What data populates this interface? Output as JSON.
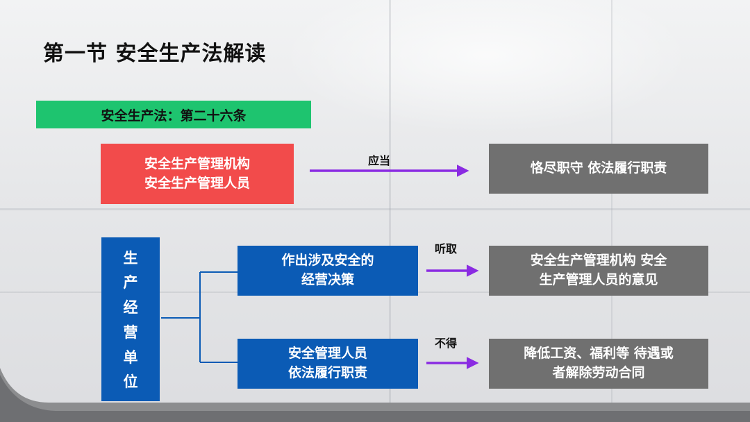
{
  "title": "第一节  安全生产法解读",
  "law_tag": "安全生产法：第二十六条",
  "top_row": {
    "subject_lines": [
      "安全生产管理机构",
      "安全生产管理人员"
    ],
    "verb": "应当",
    "result": "恪尽职守 依法履行职责"
  },
  "unit_chars": [
    "生",
    "产",
    "经",
    "营",
    "单",
    "位"
  ],
  "branch1": {
    "action_lines": [
      "作出涉及安全的",
      "经营决策"
    ],
    "verb": "听取",
    "result_lines": [
      "安全生产管理机构 安全",
      "生产管理人员的意见"
    ]
  },
  "branch2": {
    "action_lines": [
      "安全管理人员",
      "依法履行职责"
    ],
    "verb": "不得",
    "result_lines": [
      "降低工资、福利等 待遇或",
      "者解除劳动合同"
    ]
  },
  "colors": {
    "green": "#1ec46f",
    "red": "#f24b4b",
    "blue": "#0b5bb5",
    "gray": "#707070",
    "arrow": "#8a2be2"
  }
}
